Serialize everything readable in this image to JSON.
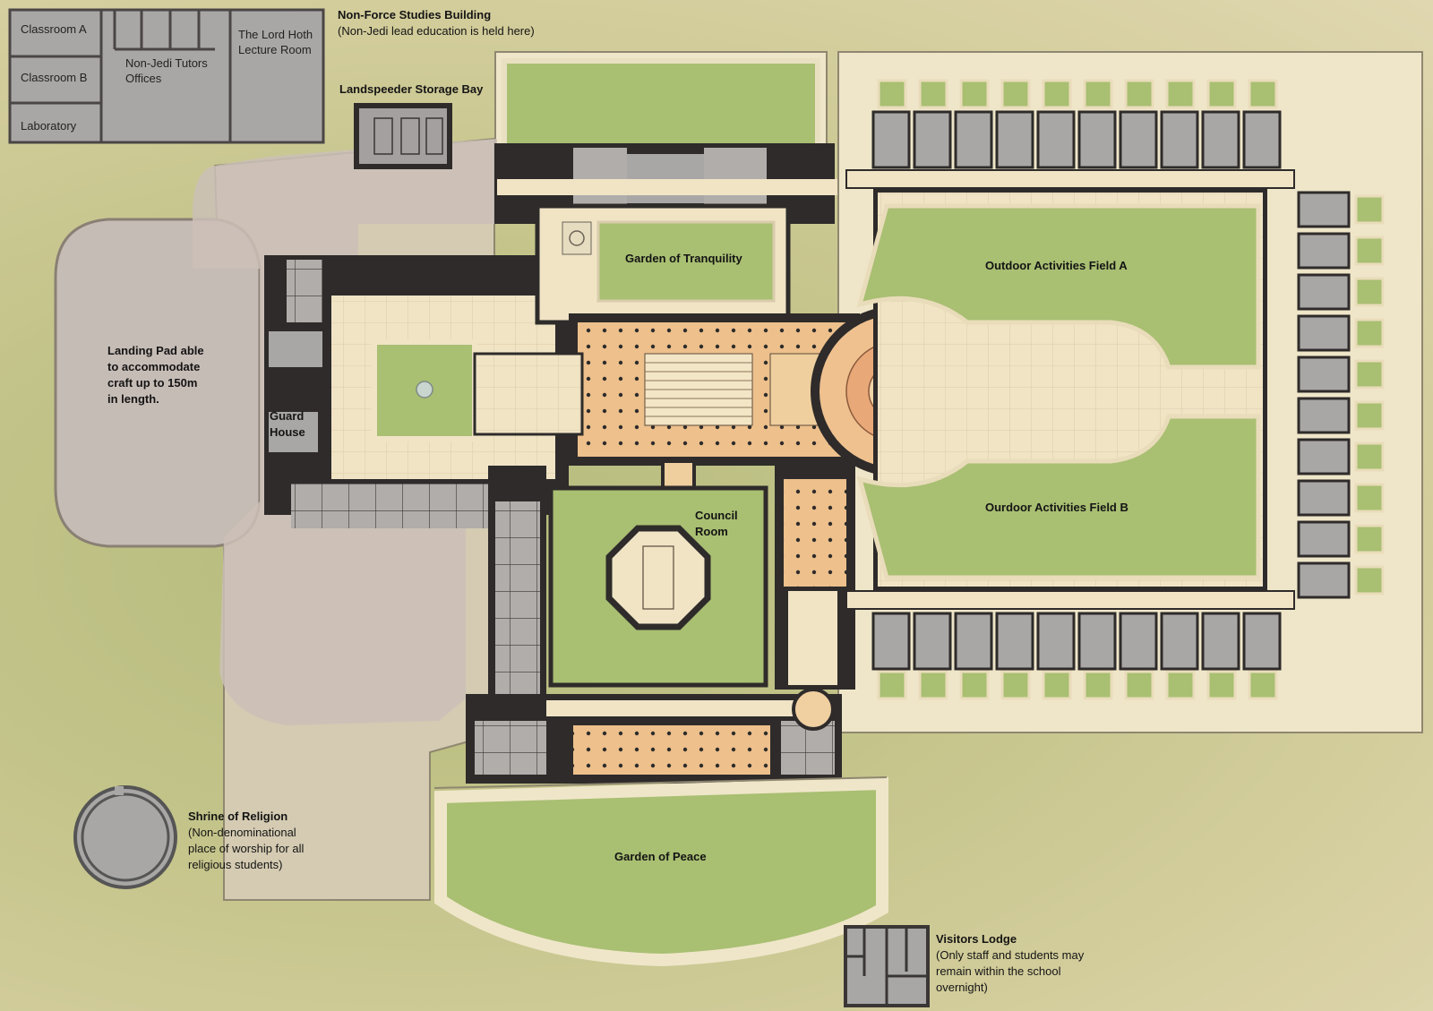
{
  "legend": {
    "classroom_a": "Classroom A",
    "classroom_b": "Classroom B",
    "laboratory": "Laboratory",
    "tutors_offices": "Non-Jedi Tutors Offices",
    "lecture_room": "The Lord Hoth Lecture Room"
  },
  "labels": {
    "non_force_title": "Non-Force Studies Building",
    "non_force_note": "(Non-Jedi lead education is held here)",
    "landspeeder": "Landspeeder Storage Bay",
    "landing_pad": "Landing Pad able to accommodate craft up to 150m in length.",
    "guard_house": "Guard House",
    "garden_tranquility": "Garden of Tranquility",
    "field_a": "Outdoor Activities Field A",
    "field_b": "Ourdoor Activities Field B",
    "council_room": "Council Room",
    "shrine_title": "Shrine of Religion",
    "shrine_note": "(Non-denominational place of worship for all religious students)",
    "garden_peace": "Garden of Peace",
    "visitors_title": "Visitors Lodge",
    "visitors_note": "(Only staff and students may remain within the school overnight)"
  },
  "colors": {
    "grass": "#a9bf72",
    "paving": "#efe3c4",
    "wall": "#2e2b2a",
    "hall": "#e8b77c",
    "room_grey": "#a9a7a6"
  }
}
